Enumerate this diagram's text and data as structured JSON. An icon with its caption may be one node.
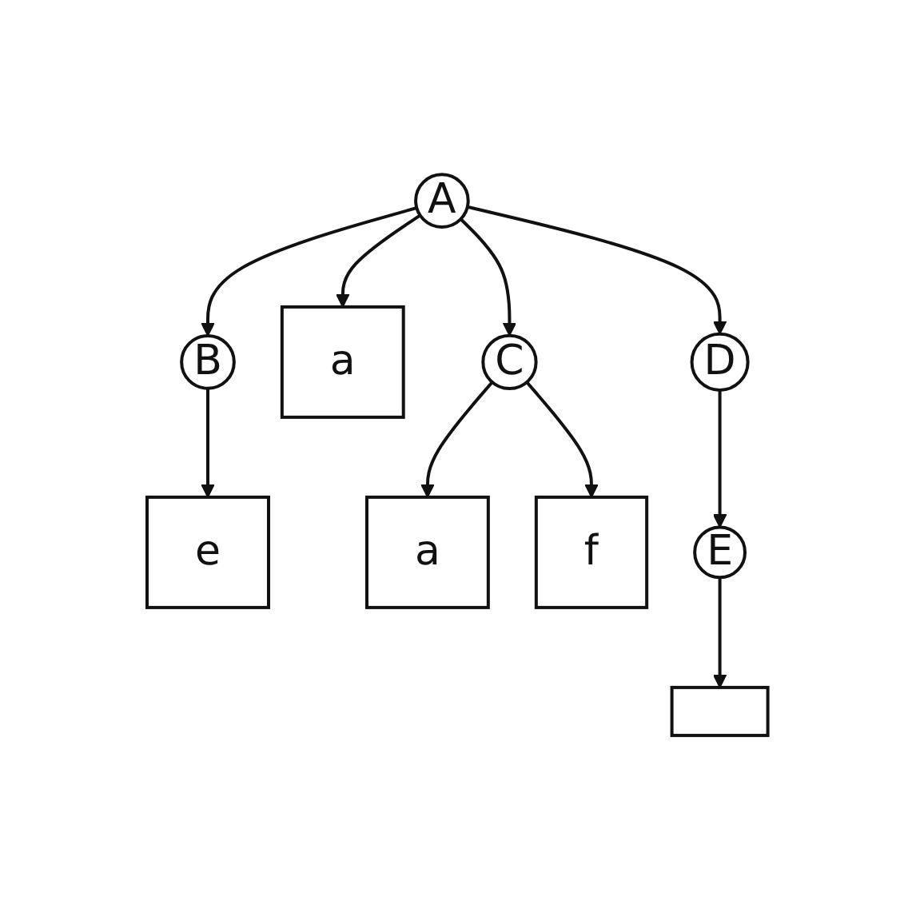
{
  "diagram": {
    "nodes": [
      {
        "text": [
          "A"
        ]
      },
      {
        "text": [
          "B"
        ]
      },
      {
        "text": [
          "a"
        ]
      },
      {
        "text": [
          "C"
        ]
      },
      {
        "text": [
          "D"
        ]
      },
      {
        "text": [
          "e"
        ]
      },
      {
        "text": [
          "a"
        ]
      },
      {
        "text": [
          "f"
        ]
      },
      {
        "text": [
          "E"
        ]
      },
      {
        "text": [],
        "shape": "box"
      }
    ],
    "edges": [
      {
        "from": 0,
        "to": 1,
        "arrow": "to"
      },
      {
        "from": 0,
        "to": 2,
        "arrow": "to"
      },
      {
        "from": 0,
        "to": 3,
        "arrow": "to"
      },
      {
        "from": 0,
        "to": 4,
        "arrow": "to"
      },
      {
        "from": 1,
        "to": 5,
        "arrow": "to"
      },
      {
        "from": 3,
        "to": 6,
        "arrow": "to"
      },
      {
        "from": 3,
        "to": 7,
        "arrow": "to"
      },
      {
        "from": 4,
        "to": 8,
        "arrow": "to"
      },
      {
        "from": 8,
        "to": 9,
        "arrow": "to"
      }
    ]
  }
}
